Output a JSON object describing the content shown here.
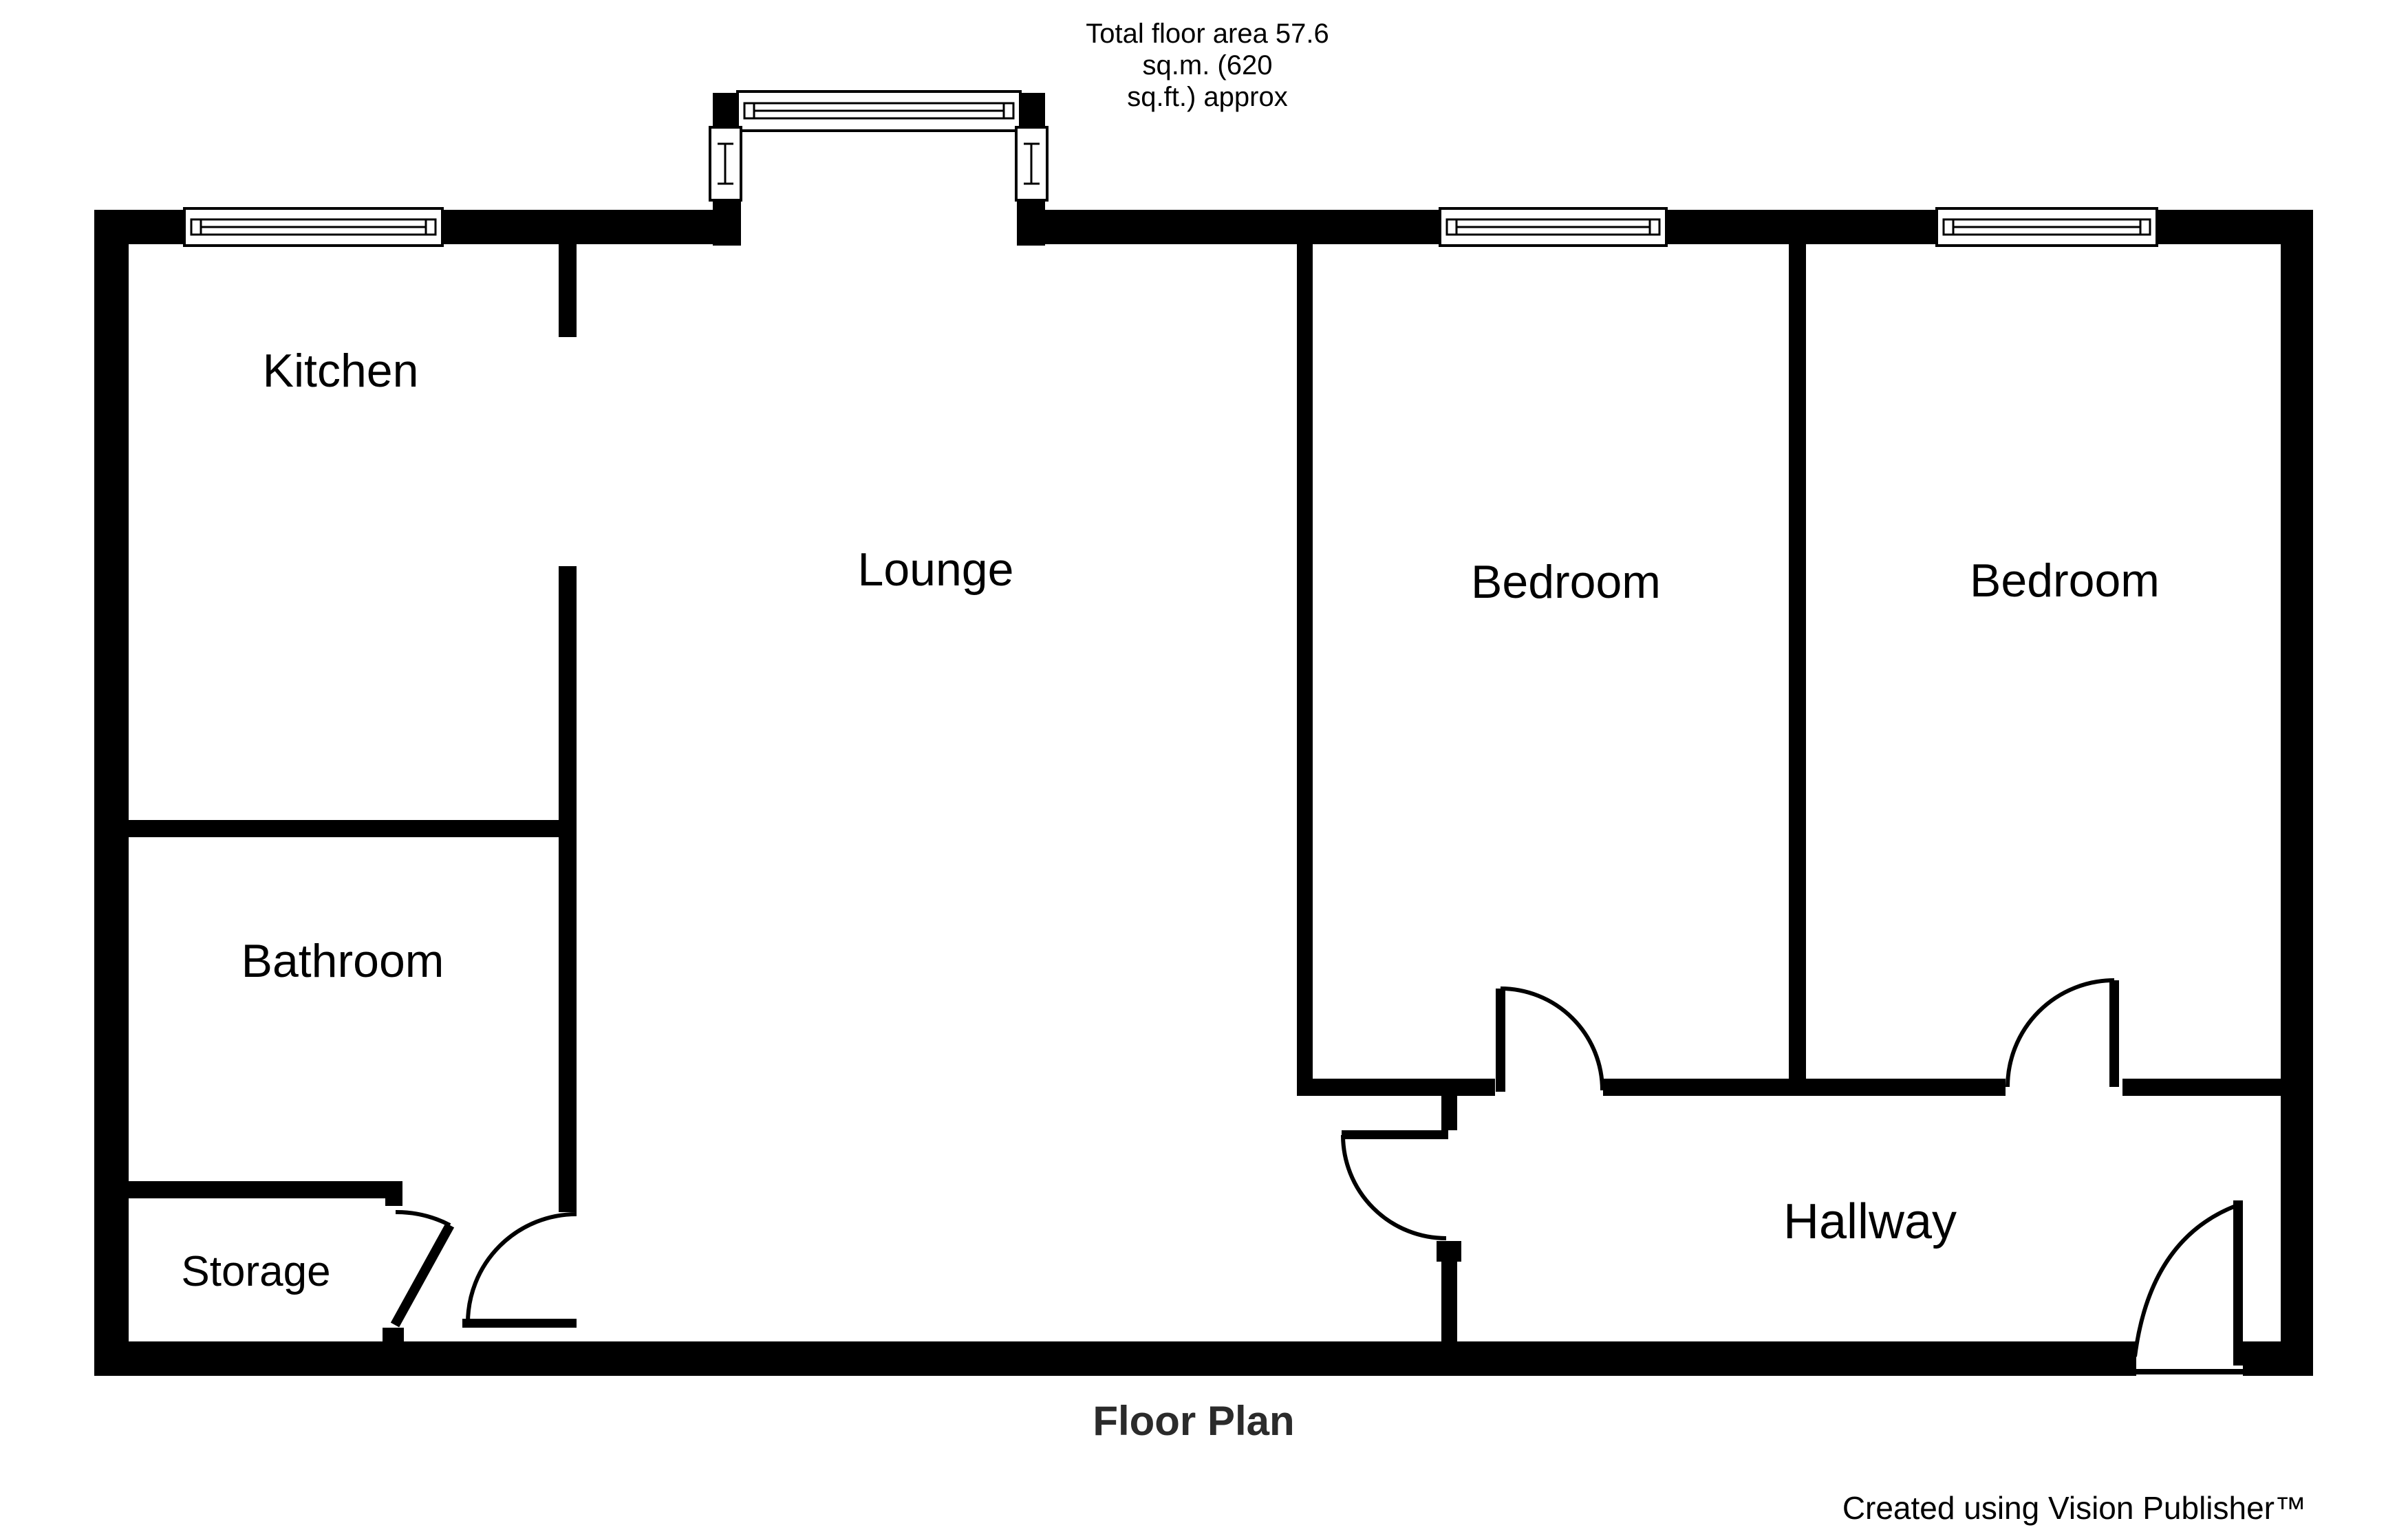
{
  "title": {
    "line1": "Total floor area 57.6",
    "line2": "sq.m. (620",
    "line3": "sq.ft.) approx"
  },
  "rooms": {
    "kitchen": {
      "label": "Kitchen"
    },
    "lounge": {
      "label": "Lounge"
    },
    "bedroom1": {
      "label": "Bedroom"
    },
    "bedroom2": {
      "label": "Bedroom"
    },
    "bathroom": {
      "label": "Bathroom"
    },
    "storage": {
      "label": "Storage"
    },
    "hallway": {
      "label": "Hallway"
    }
  },
  "footer": {
    "caption": "Floor Plan"
  },
  "watermark": {
    "credit": "Created using Vision Publisher™"
  },
  "colors": {
    "walls": "#000000",
    "background": "#ffffff",
    "text": "#000000"
  }
}
